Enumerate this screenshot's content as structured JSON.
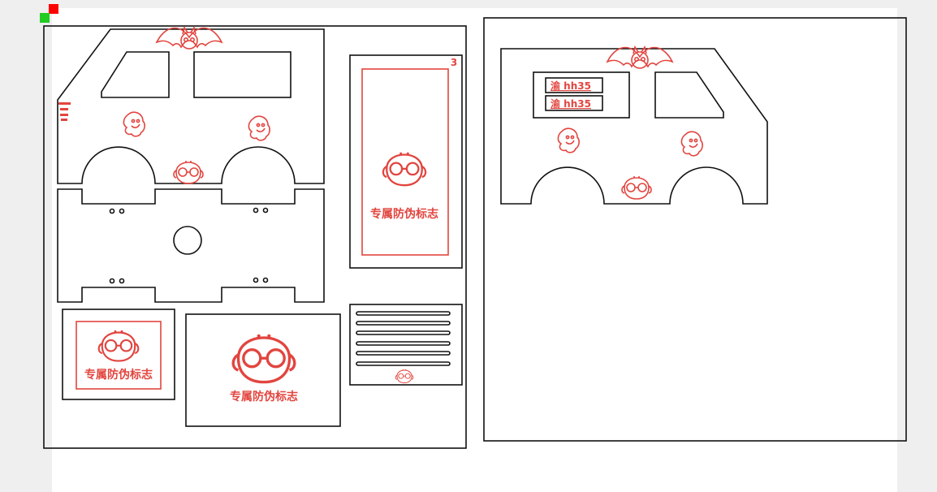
{
  "canvas": {
    "background": "#ffffff",
    "surround": "#efefef"
  },
  "colors": {
    "cut_line": "#111111",
    "engrave_line": "#e2453f",
    "marker_red": "#ff0000",
    "marker_green": "#22cc22"
  },
  "labels": {
    "part_number": "3",
    "anti_counterfeit_mark": "专属防伪标志",
    "license_plate": "渝 hh35"
  },
  "icons": [
    "bat-icon",
    "ghost-icon",
    "chick-mascot-icon",
    "origin-marker-icon"
  ]
}
